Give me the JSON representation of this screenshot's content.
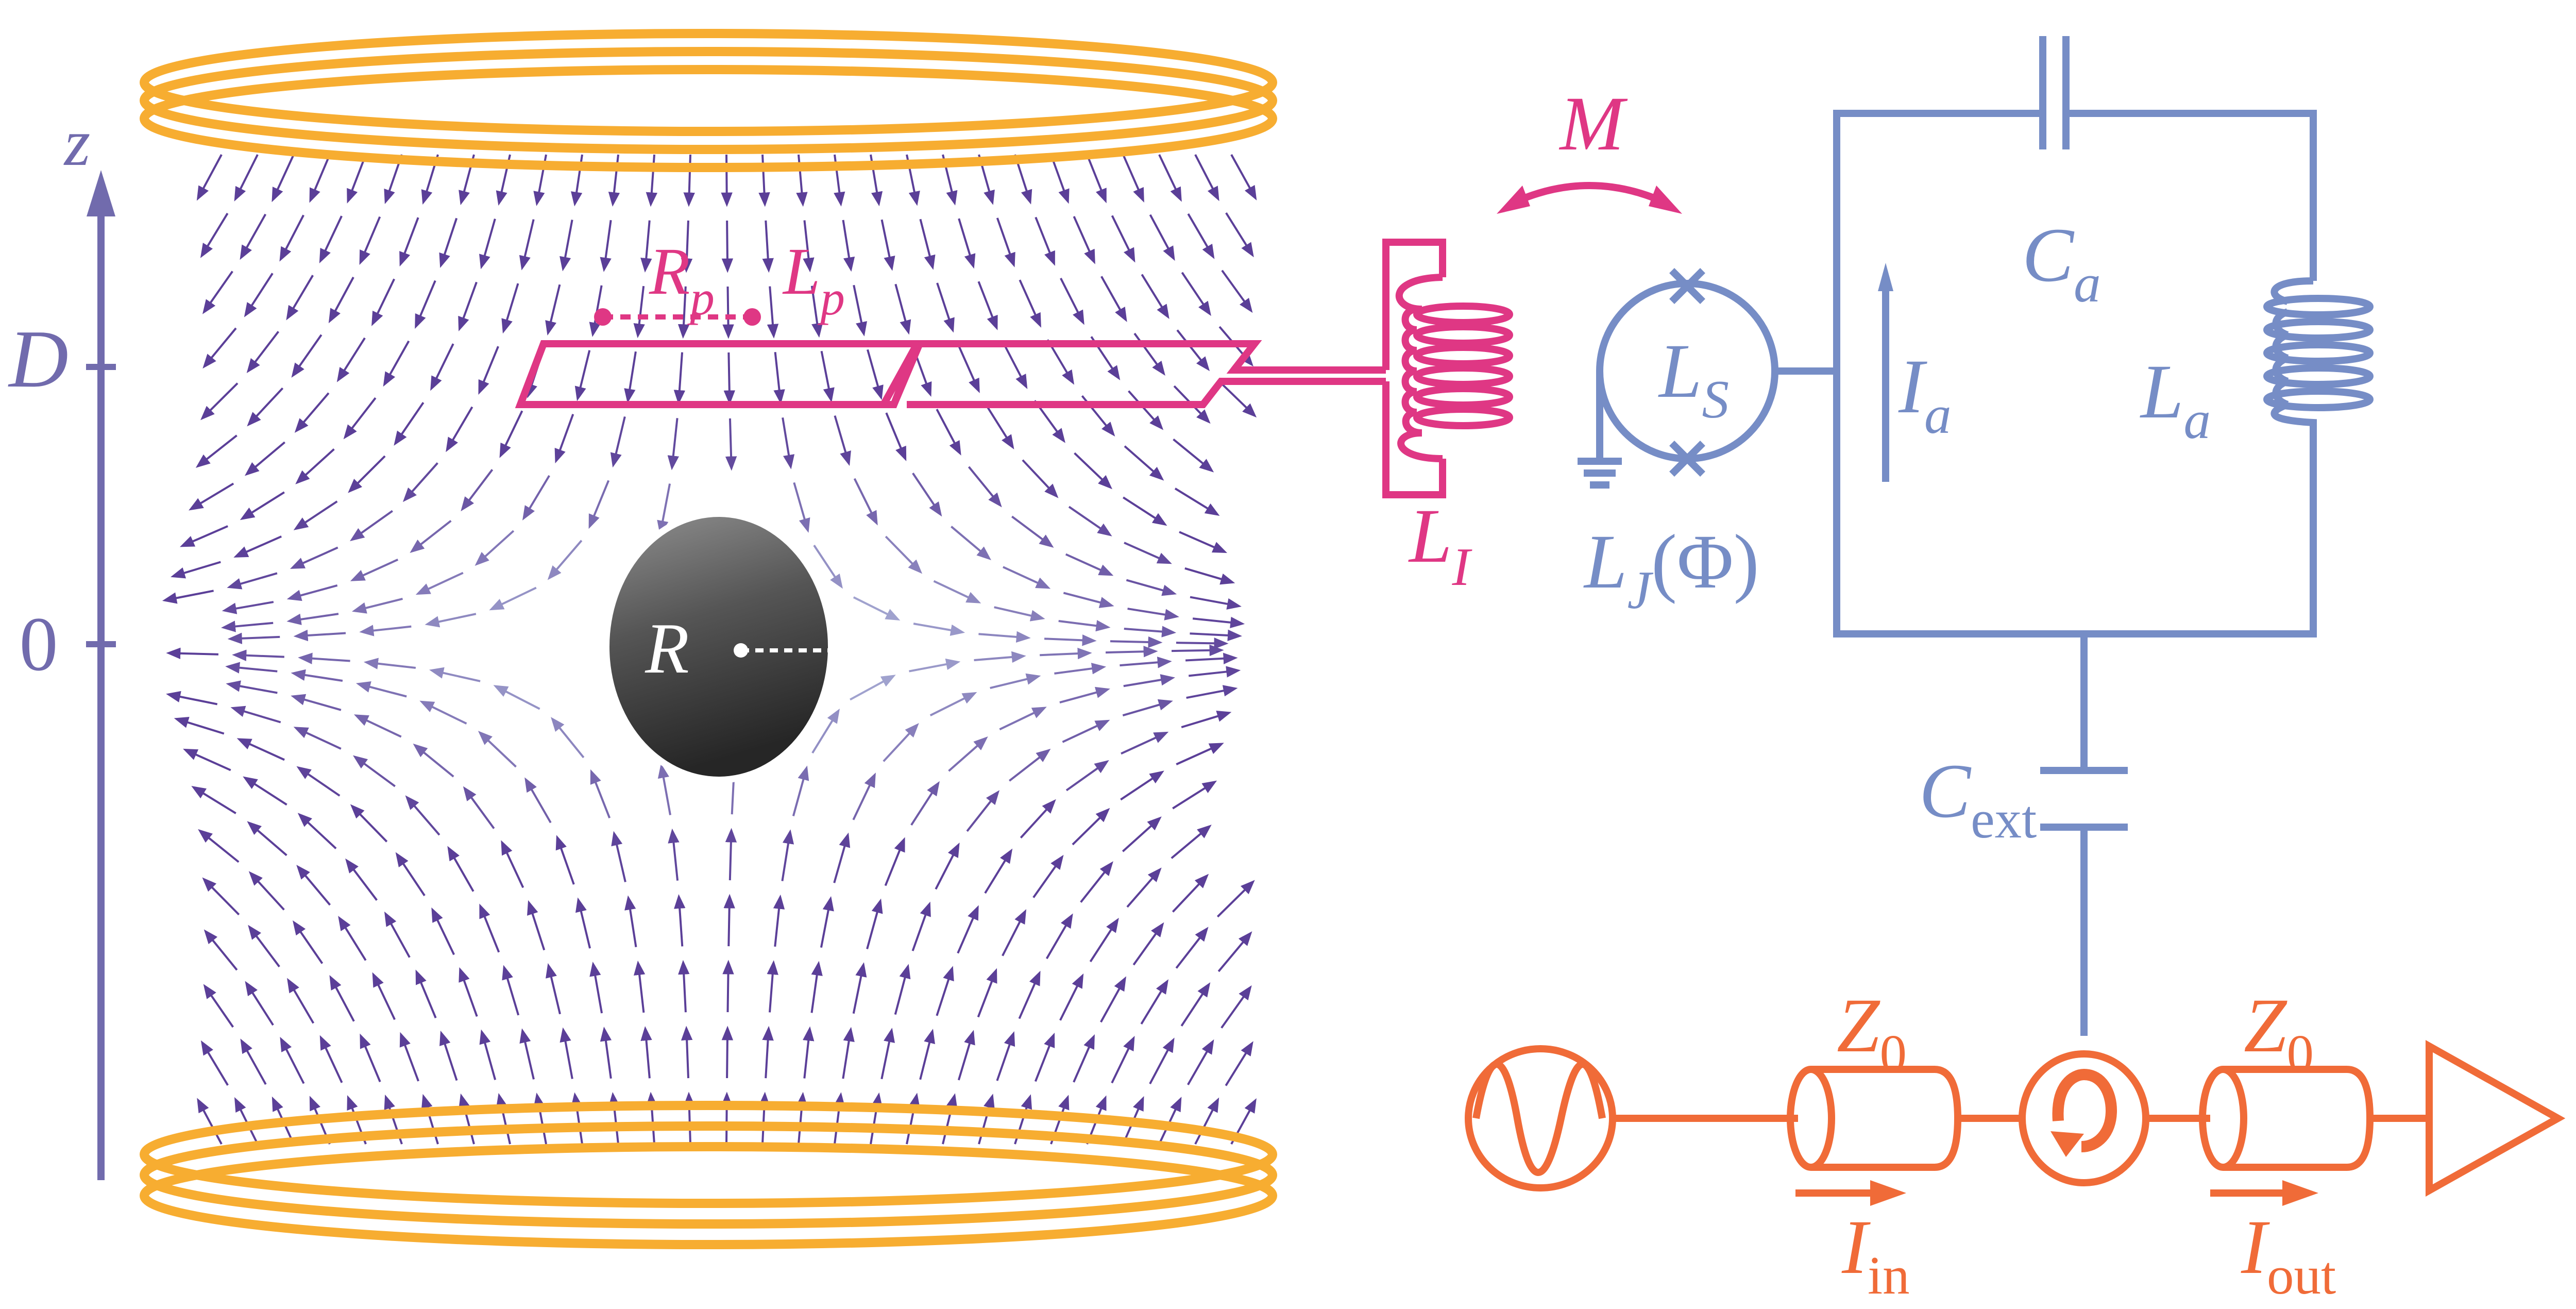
{
  "colors": {
    "coil": "#f7ad31",
    "axis": "#716bad",
    "field_strong": "#5b3f98",
    "field_weak": "#c3d5ea",
    "pickup": "#df3784",
    "readout": "#768dc6",
    "line": "#f06b38",
    "sphere_top": "#8c8c8c",
    "sphere_bottom": "#2a2a2a"
  },
  "axis": {
    "label": "z",
    "ticks": [
      {
        "label": "D",
        "value": "D"
      },
      {
        "label": "0",
        "value": 0
      }
    ]
  },
  "sphere": {
    "label": "R"
  },
  "pickup_loop": {
    "labels": {
      "rp_main": "R",
      "rp_sub": "p",
      "lp_main": "L",
      "lp_sub": "p"
    }
  },
  "coupling": {
    "mutual_label": "M",
    "input_coil_main": "L",
    "input_coil_sub": "I"
  },
  "squid": {
    "ls_main": "L",
    "ls_sub": "S",
    "lj_main": "L",
    "lj_sub": "J",
    "lj_arg": "(Φ)"
  },
  "resonator": {
    "ca_main": "C",
    "ca_sub": "a",
    "ia_main": "I",
    "ia_sub": "a",
    "la_main": "L",
    "la_sub": "a",
    "cext_main": "C",
    "cext_sub": "ext"
  },
  "transmission": {
    "z_in_main": "Z",
    "z_in_sub": "0",
    "z_out_main": "Z",
    "z_out_sub": "0",
    "i_in_main": "I",
    "i_in_sub": "in",
    "i_out_main": "I",
    "i_out_sub": "out"
  }
}
